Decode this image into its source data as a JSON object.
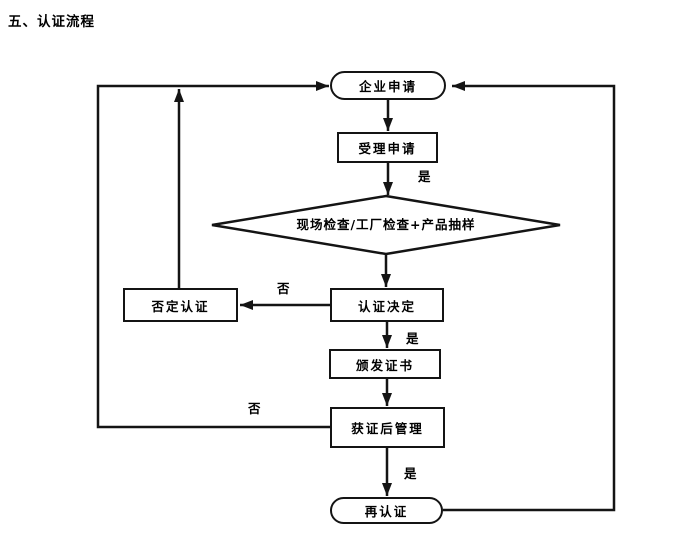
{
  "page": {
    "background_color": "#ffffff",
    "line_color": "#141414"
  },
  "title": "五、认证流程",
  "flowchart": {
    "nodes": {
      "enterprise_application": {
        "label": "企业申请",
        "shape": "stadium"
      },
      "accept_application": {
        "label": "受理申请",
        "shape": "rect"
      },
      "inspection": {
        "label": "现场检查/工厂检查+产品抽样",
        "shape": "diamond"
      },
      "certification_decision": {
        "label": "认证决定",
        "shape": "rect"
      },
      "deny_certification": {
        "label": "否定认证",
        "shape": "rect"
      },
      "issue_certificate": {
        "label": "颁发证书",
        "shape": "rect"
      },
      "post_cert_management": {
        "label": "获证后管理",
        "shape": "rect"
      },
      "recertification": {
        "label": "再认证",
        "shape": "stadium"
      }
    },
    "edge_labels": {
      "yes_accept_to_inspection": "是",
      "no_decision_to_deny": "否",
      "yes_decision_to_issue": "是",
      "no_postmgmt_to_restart": "否",
      "yes_postmgmt_to_recert": "是"
    },
    "edges": [
      {
        "from": "enterprise_application",
        "to": "accept_application",
        "label": ""
      },
      {
        "from": "accept_application",
        "to": "inspection",
        "label": "是"
      },
      {
        "from": "inspection",
        "to": "certification_decision",
        "label": ""
      },
      {
        "from": "certification_decision",
        "to": "deny_certification",
        "label": "否"
      },
      {
        "from": "deny_certification",
        "to": "enterprise_application",
        "label": ""
      },
      {
        "from": "certification_decision",
        "to": "issue_certificate",
        "label": "是"
      },
      {
        "from": "issue_certificate",
        "to": "post_cert_management",
        "label": ""
      },
      {
        "from": "post_cert_management",
        "to": "enterprise_application",
        "label": "否"
      },
      {
        "from": "post_cert_management",
        "to": "recertification",
        "label": "是"
      },
      {
        "from": "recertification",
        "to": "enterprise_application",
        "label": ""
      }
    ]
  }
}
